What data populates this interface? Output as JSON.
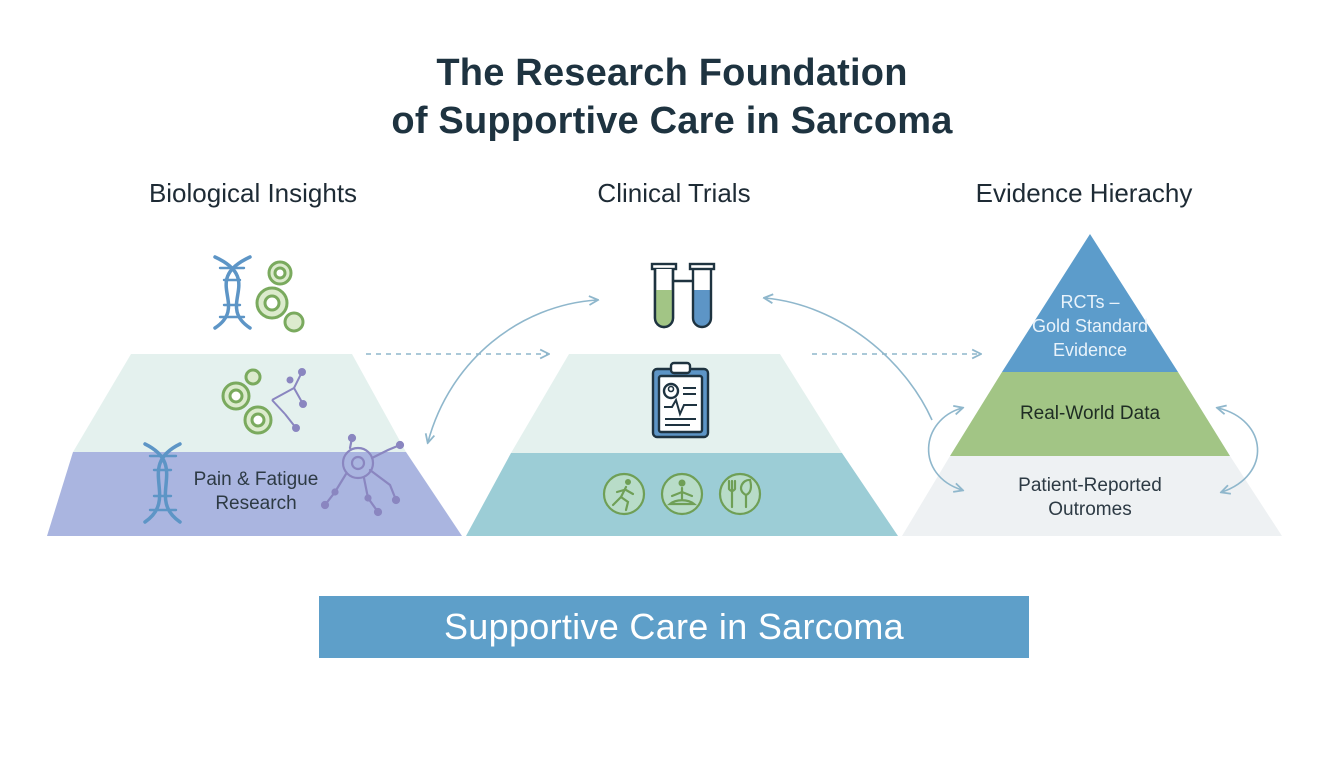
{
  "title": {
    "line1": "The Research Foundation",
    "line2": "of Supportive Care in Sarcoma"
  },
  "columns": {
    "biological": {
      "heading": "Biological Insights",
      "base_label_line1": "Pain & Fatigue",
      "base_label_line2": "Research",
      "icons": [
        "dna-icon",
        "cells-icon",
        "neuron-network-icon"
      ]
    },
    "clinical": {
      "heading": "Clinical Trials",
      "icons": [
        "test-tubes-icon",
        "clipboard-report-icon",
        "exercise-icon",
        "meditation-icon",
        "nutrition-icon"
      ]
    },
    "evidence": {
      "heading": "Evidence Hierachy",
      "tiers": {
        "top_line1": "RCTs –",
        "top_line2": "Gold Standard",
        "top_line3": "Evidence",
        "middle": "Real-World Data",
        "bottom_line1": "Patient-Reported",
        "bottom_line2": "Outromes"
      }
    }
  },
  "banner": {
    "label": "Supportive Care in Sarcoma"
  },
  "colors": {
    "title": "#1e3340",
    "banner": "#5e9fc9",
    "trap_light": "#e4f1ee",
    "trap_purple": "#aab5e0",
    "trap_teal": "#9ccdd6",
    "pyramid_blue": "#5c9ccb",
    "pyramid_green": "#a2c585",
    "pyramid_light": "#eef1f3",
    "arrow": "#8fb7cc",
    "icon_blue": "#5d95c6",
    "icon_green": "#7aaa5e"
  }
}
